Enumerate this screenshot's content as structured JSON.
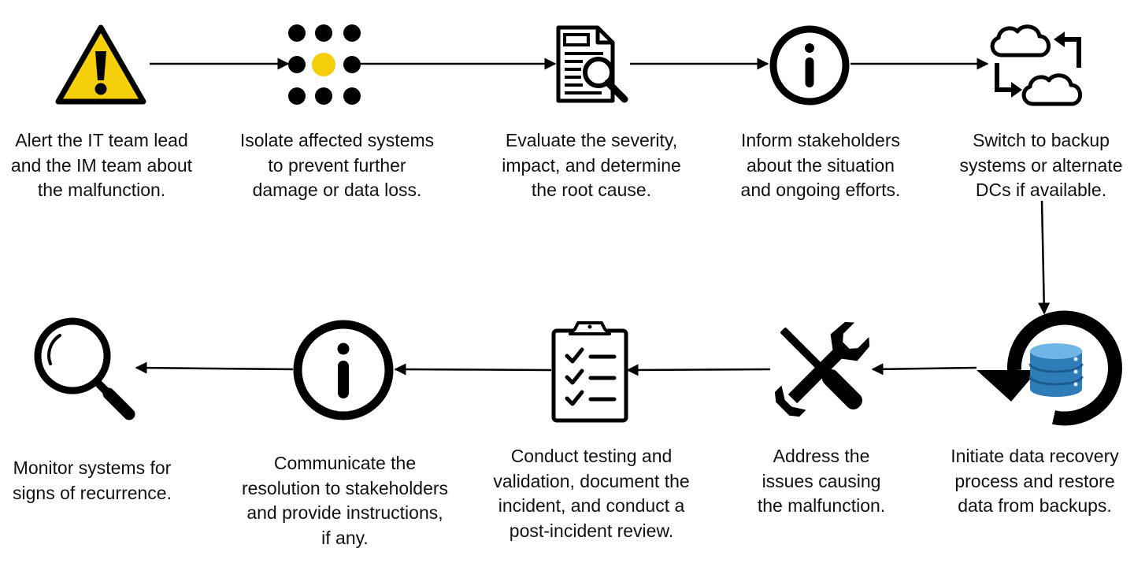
{
  "colors": {
    "accent": "#F5CF0A",
    "ink": "#000000",
    "db_blue": "#2E7DB9",
    "db_dark": "#1C5C91",
    "db_light": "#6FB5E6"
  },
  "steps": [
    {
      "id": "alert",
      "icon": "warning-icon",
      "lines": [
        "Alert the IT team lead",
        "and the IM team about",
        "the malfunction."
      ]
    },
    {
      "id": "isolate",
      "icon": "dot-grid-icon",
      "lines": [
        "Isolate affected systems",
        "to prevent further",
        "damage or data loss."
      ]
    },
    {
      "id": "evaluate",
      "icon": "document-search-icon",
      "lines": [
        "Evaluate the severity,",
        "impact, and determine",
        "the root cause."
      ]
    },
    {
      "id": "inform",
      "icon": "info-icon",
      "lines": [
        "Inform stakeholders",
        "about the situation",
        "and ongoing efforts."
      ]
    },
    {
      "id": "switch",
      "icon": "cloud-switch-icon",
      "lines": [
        "Switch to backup",
        "systems or alternate",
        "DCs if available."
      ]
    },
    {
      "id": "recover",
      "icon": "database-restore-icon",
      "lines": [
        "Initiate data recovery",
        "process and restore",
        "data from backups."
      ]
    },
    {
      "id": "address",
      "icon": "tools-icon",
      "lines": [
        "Address the",
        "issues causing",
        "the malfunction."
      ]
    },
    {
      "id": "testing",
      "icon": "checklist-icon",
      "lines": [
        "Conduct testing and",
        "validation, document the",
        "incident, and conduct a",
        "post-incident review."
      ]
    },
    {
      "id": "communicate",
      "icon": "info-icon",
      "lines": [
        "Communicate the",
        "resolution to stakeholders",
        "and provide instructions,",
        "if any."
      ]
    },
    {
      "id": "monitor",
      "icon": "magnifier-icon",
      "lines": [
        "Monitor systems for",
        "signs of recurrence."
      ]
    }
  ]
}
